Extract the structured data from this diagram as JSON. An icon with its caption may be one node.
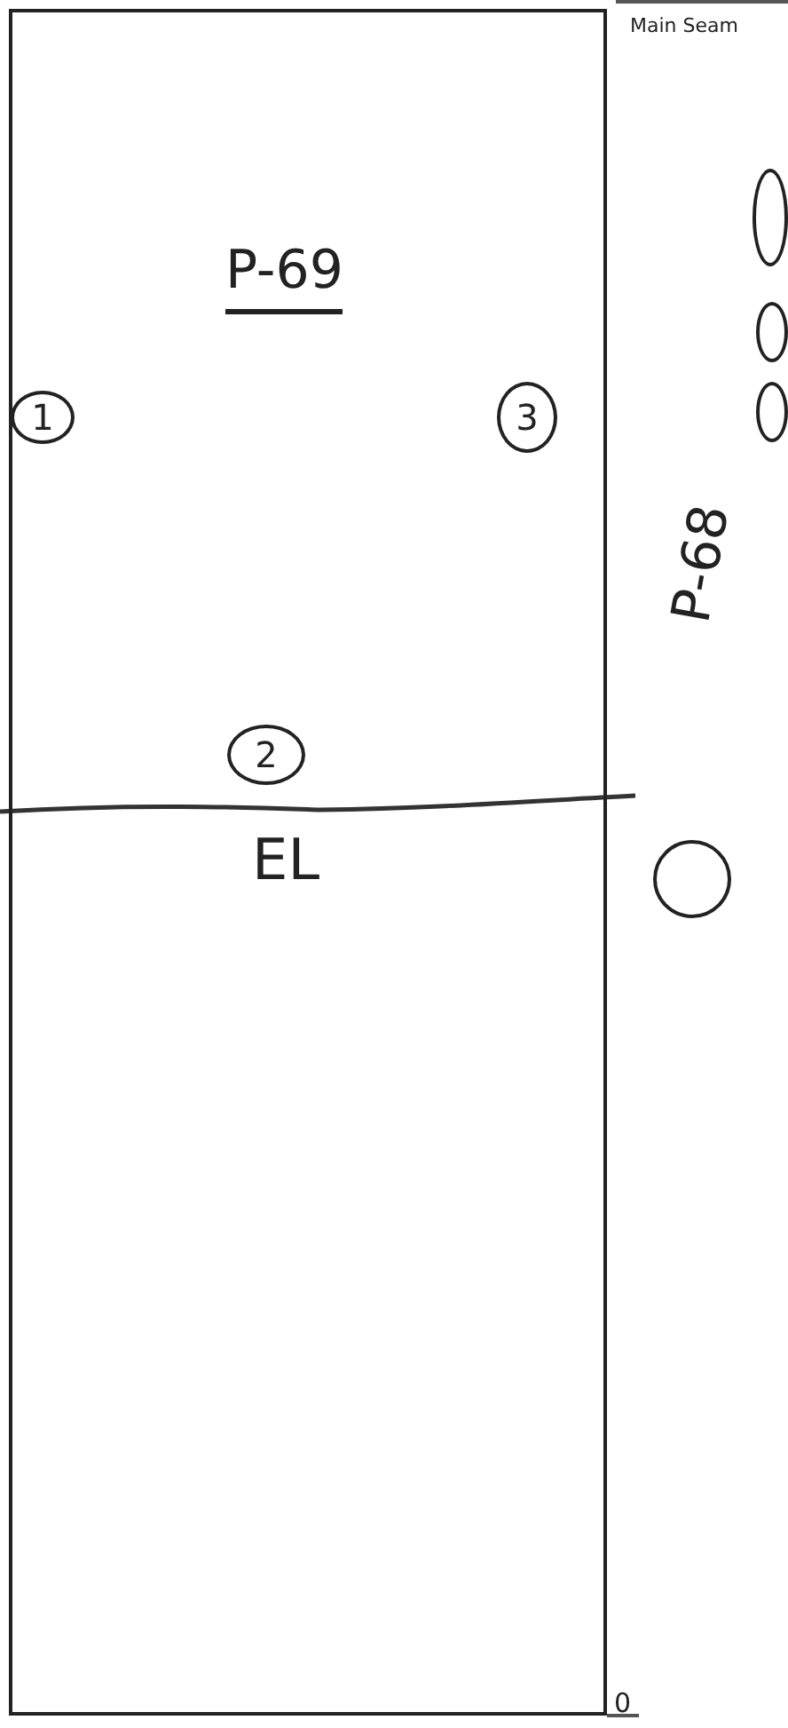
{
  "diagram": {
    "nodes": [
      {
        "text": [
          "P-69",
          "EL"
        ]
      },
      {
        "text": [
          "1"
        ],
        "in": 0
      },
      {
        "text": [
          "3"
        ],
        "in": 0
      },
      {
        "text": [
          "2"
        ],
        "in": 0
      },
      {
        "text": [],
        "shape": "circle"
      },
      {
        "text": [],
        "shape": "circle"
      },
      {
        "text": [],
        "shape": "circle"
      },
      {
        "text": [],
        "shape": "circle"
      }
    ],
    "edges": [],
    "labels": [
      "Main Seam",
      "P-68",
      "0"
    ]
  }
}
